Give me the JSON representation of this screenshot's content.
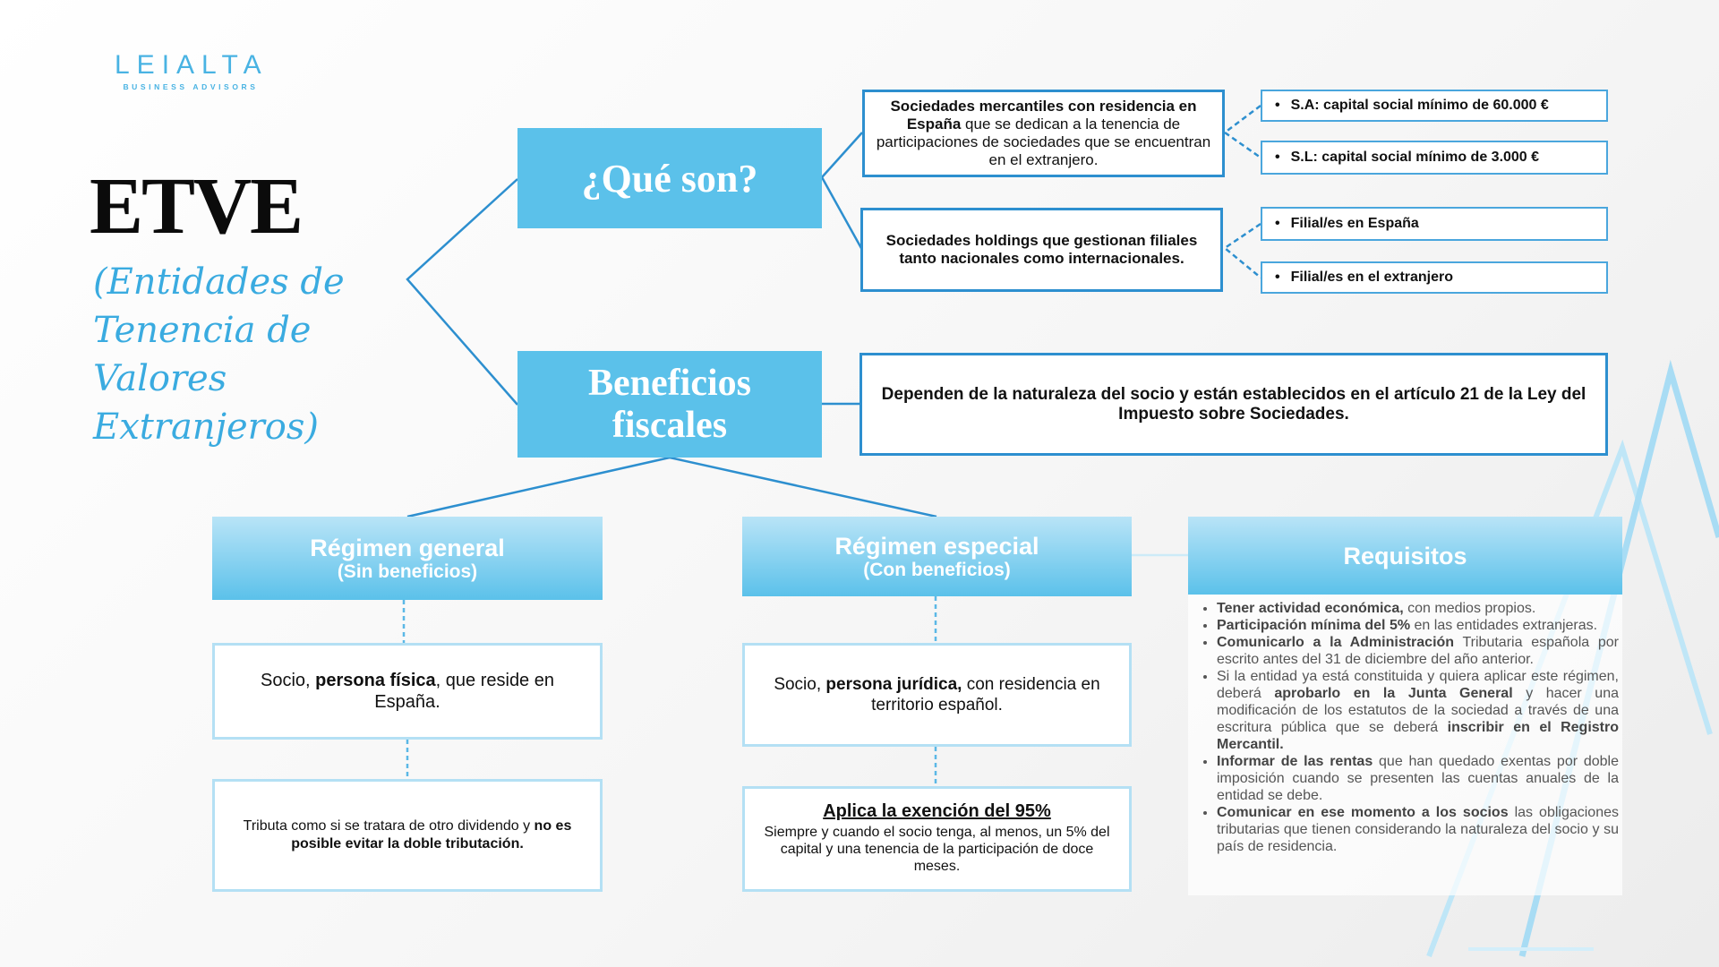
{
  "logo": {
    "name": "LEIALTA",
    "tagline": "BUSINESS ADVISORS"
  },
  "title": "ETVE",
  "subtitle_lines": [
    "(Entidades de",
    "Tenencia de Valores",
    "Extranjeros)"
  ],
  "que_son": {
    "label": "¿Qué son?",
    "box1": {
      "bold": "Sociedades mercantiles con residencia en España",
      "rest": " que se dedican a la tenencia de participaciones de sociedades que se encuentran en el extranjero."
    },
    "box1_items": [
      "S.A: capital social  mínimo de 60.000 €",
      "S.L: capital social  mínimo de 3.000 €"
    ],
    "box2": "Sociedades holdings que gestionan filiales tanto nacionales como internacionales.",
    "box2_items": [
      "Filial/es en España",
      "Filial/es en el extranjero"
    ]
  },
  "beneficios": {
    "label_lines": [
      "Beneficios",
      "fiscales"
    ],
    "desc": "Dependen de la naturaleza del socio y están establecidos en el artículo 21 de la Ley del Impuesto sobre Sociedades."
  },
  "general": {
    "title": "Régimen general",
    "subtitle": "(Sin beneficios)",
    "socio": {
      "pre": "Socio, ",
      "bold": "persona física",
      "post": ", que reside en España."
    },
    "tributa": {
      "pre": "Tributa como si se tratara de otro dividendo y ",
      "bold": "no es posible evitar la doble tributación."
    }
  },
  "especial": {
    "title": "Régimen especial",
    "subtitle": "(Con beneficios)",
    "socio": {
      "pre": "Socio, ",
      "bold": "persona jurídica,",
      "post": " con residencia en territorio español."
    },
    "aplica_title": "Aplica la exención del 95%",
    "aplica_text": "Siempre y cuando el socio tenga, al menos, un 5% del capital y una tenencia de la participación de doce meses."
  },
  "requisitos": {
    "title": "Requisitos",
    "items": [
      {
        "bold": "Tener actividad económica,",
        "text": " con medios propios."
      },
      {
        "bold": "Participación mínima del 5%",
        "text": " en las entidades extranjeras."
      },
      {
        "bold": "Comunicarlo a la Administración",
        "text": " Tributaria española por escrito antes del 31 de diciembre del año anterior."
      },
      {
        "pre": "Si la entidad ya está constituida y quiera aplicar este régimen, deberá ",
        "bold": "aprobarlo en la Junta General",
        "text": " y hacer una modificación de los estatutos de la sociedad a través de una escritura pública que se deberá ",
        "bold2": "inscribir en el Registro Mercantil."
      },
      {
        "bold": "Informar de las rentas",
        "text": " que han quedado exentas por doble imposición cuando se presenten las cuentas anuales de la entidad se debe."
      },
      {
        "bold": "Comunicar en ese momento a los socios",
        "text": " las obligaciones tributarias que tienen considerando la naturaleza del socio y su país de residencia."
      }
    ]
  },
  "colors": {
    "accent": "#5bc1ea",
    "border": "#2d8fcf",
    "light_border": "#b4e0f4",
    "title_blue": "#3aabe0"
  }
}
